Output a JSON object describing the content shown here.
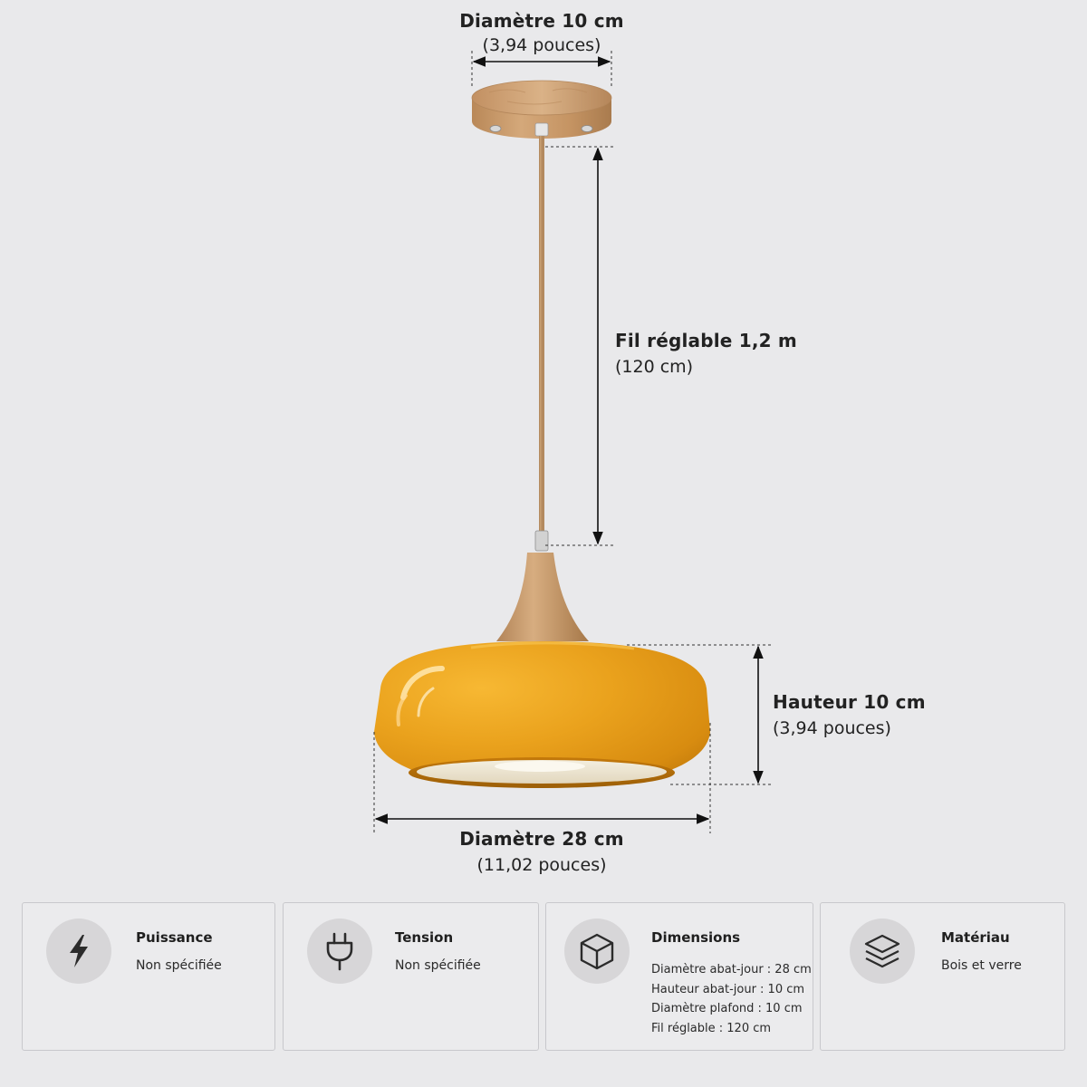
{
  "dimensions": {
    "ceiling_diameter": {
      "label": "Diamètre 10 cm",
      "sub": "(3,94 pouces)"
    },
    "wire_length": {
      "label": "Fil réglable 1,2 m",
      "sub": "(120 cm)"
    },
    "shade_height": {
      "label": "Hauteur 10 cm",
      "sub": "(3,94 pouces)"
    },
    "shade_diameter": {
      "label": "Diamètre 28 cm",
      "sub": "(11,02 pouces)"
    }
  },
  "colors": {
    "background": "#e9e9eb",
    "shade_orange": "#e8a11c",
    "wood": "#c99a6a",
    "icon_circle": "#d7d6d8"
  },
  "specs": [
    {
      "icon": "lightning-icon",
      "title": "Puissance",
      "value": "Non spécifiée"
    },
    {
      "icon": "plug-icon",
      "title": "Tension",
      "value": "Non spécifiée"
    },
    {
      "icon": "cube-icon",
      "title": "Dimensions",
      "lines": [
        "Diamètre abat-jour : 28 cm",
        "Hauteur abat-jour : 10 cm",
        "Diamètre plafond : 10 cm",
        "Fil réglable : 120 cm"
      ]
    },
    {
      "icon": "layers-icon",
      "title": "Matériau",
      "value": "Bois et verre"
    }
  ]
}
